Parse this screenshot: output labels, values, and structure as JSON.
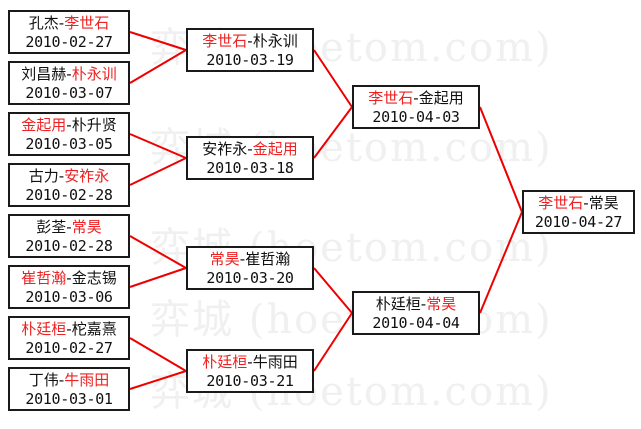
{
  "watermark": {
    "text": "弈城 (hoetom.com)",
    "color": "#f0f0f0",
    "repeat_rows": 5
  },
  "colors": {
    "winner": "#ee2222",
    "loser": "#101010",
    "connector": "#ee0000",
    "box_border": "#1a1a1a",
    "background": "#ffffff"
  },
  "bracket": {
    "title": "",
    "rounds": [
      {
        "name": "round-1",
        "matches": [
          {
            "left": "孔杰",
            "right": "李世石",
            "winner": "right",
            "date": "2010-02-27"
          },
          {
            "left": "刘昌赫",
            "right": "朴永训",
            "winner": "right",
            "date": "2010-03-07"
          },
          {
            "left": "金起用",
            "right": "朴升贤",
            "winner": "left",
            "date": "2010-03-05"
          },
          {
            "left": "古力",
            "right": "安祚永",
            "winner": "right",
            "date": "2010-02-28"
          },
          {
            "left": "彭荃",
            "right": "常昊",
            "winner": "right",
            "date": "2010-02-28"
          },
          {
            "left": "崔哲瀚",
            "right": "金志锡",
            "winner": "left",
            "date": "2010-03-06"
          },
          {
            "left": "朴廷桓",
            "right": "柁嘉熹",
            "winner": "left",
            "date": "2010-02-27"
          },
          {
            "left": "丁伟",
            "right": "牛雨田",
            "winner": "right",
            "date": "2010-03-01"
          }
        ]
      },
      {
        "name": "round-2",
        "matches": [
          {
            "left": "李世石",
            "right": "朴永训",
            "winner": "left",
            "date": "2010-03-19"
          },
          {
            "left": "安祚永",
            "right": "金起用",
            "winner": "right",
            "date": "2010-03-18"
          },
          {
            "left": "常昊",
            "right": "崔哲瀚",
            "winner": "left",
            "date": "2010-03-20"
          },
          {
            "left": "朴廷桓",
            "right": "牛雨田",
            "winner": "left",
            "date": "2010-03-21"
          }
        ]
      },
      {
        "name": "semifinal",
        "matches": [
          {
            "left": "李世石",
            "right": "金起用",
            "winner": "left",
            "date": "2010-04-03"
          },
          {
            "left": "朴廷桓",
            "right": "常昊",
            "winner": "right",
            "date": "2010-04-04"
          }
        ]
      },
      {
        "name": "final",
        "matches": [
          {
            "left": "李世石",
            "right": "常昊",
            "winner": "left",
            "date": "2010-04-27"
          }
        ]
      }
    ]
  }
}
